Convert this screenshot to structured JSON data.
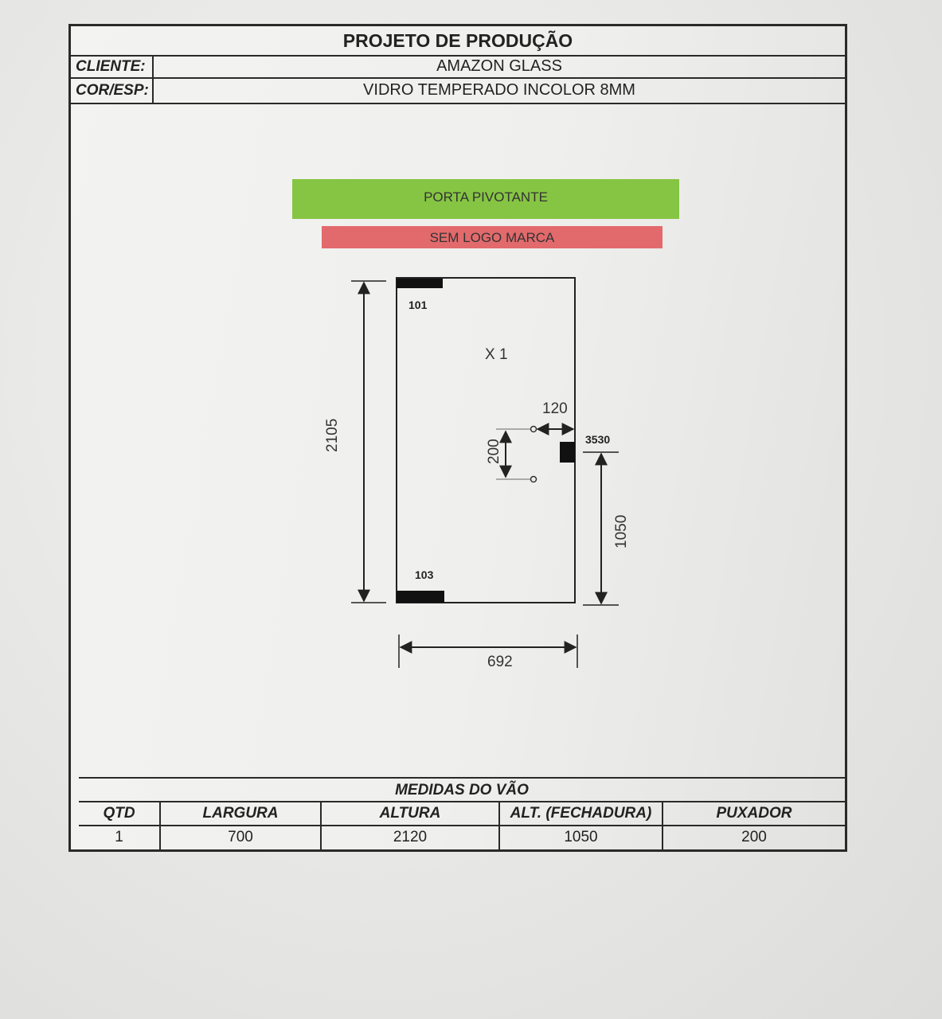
{
  "document": {
    "title": "PROJETO DE PRODUÇÃO",
    "client": {
      "label": "CLIENTE:",
      "value": "AMAZON GLASS"
    },
    "color_thickness": {
      "label": "COR/ESP:",
      "value": "VIDRO TEMPERADO INCOLOR 8MM"
    }
  },
  "banners": {
    "type": "PORTA PIVOTANTE",
    "logo": "SEM LOGO MARCA"
  },
  "drawing": {
    "height_dim": "2105",
    "width_dim": "692",
    "quantity_label": "X 1",
    "top_hinge_code": "101",
    "bottom_hinge_code": "103",
    "lock_code": "3530",
    "handle_offset_dim": "120",
    "handle_spacing_dim": "200",
    "lock_height_dim": "1050"
  },
  "table": {
    "title": "MEDIDAS DO VÃO",
    "headers": [
      "QTD",
      "LARGURA",
      "ALTURA",
      "ALT. (FECHADURA)",
      "PUXADOR"
    ],
    "row": [
      "1",
      "700",
      "2120",
      "1050",
      "200"
    ]
  },
  "colors": {
    "green_banner": "#86c543",
    "red_banner": "#e26a6c"
  }
}
